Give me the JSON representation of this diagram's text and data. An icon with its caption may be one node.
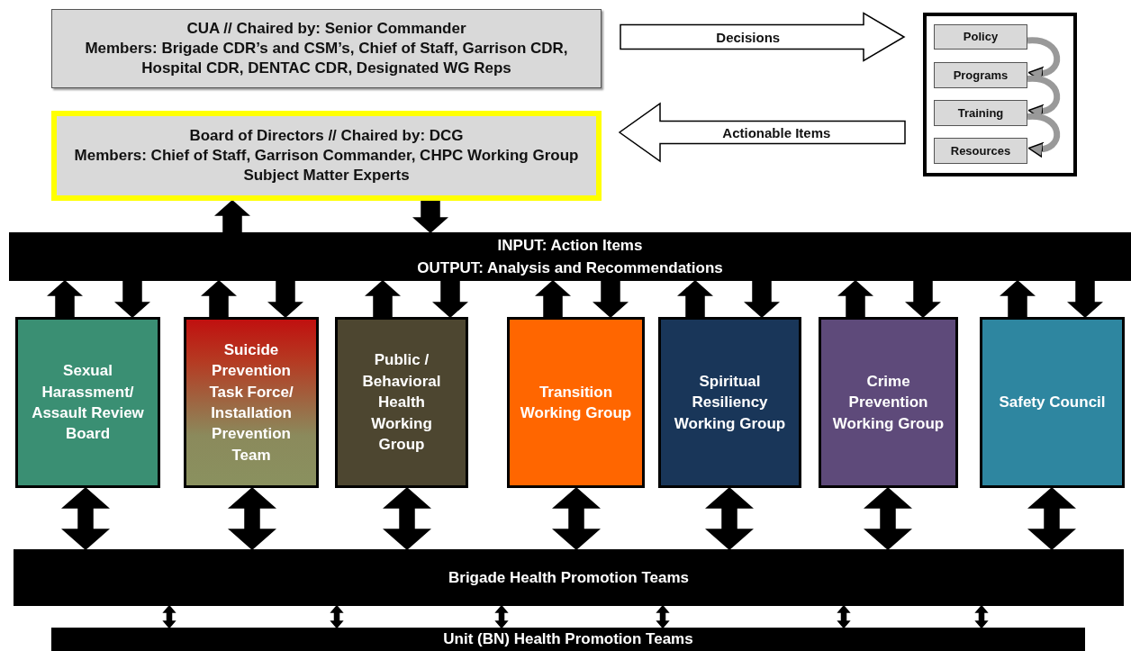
{
  "diagram": {
    "nodes": [
      {
        "text": [
          "CUA  // Chaired by:  Senior Commander",
          "Members: Brigade CDR’s and CSM’s, Chief of Staff, Garrison CDR, Hospital CDR,  DENTAC CDR, Designated WG Reps"
        ]
      },
      {
        "text": [
          "Board of Directors // Chaired by: DCG",
          "Members: Chief of Staff, Garrison Commander, CHPC Working Group Subject Matter Experts"
        ]
      },
      {
        "text": [],
        "shape": "box"
      },
      {
        "text": [
          "Policy"
        ],
        "in": 2
      },
      {
        "text": [
          "Programs"
        ],
        "in": 2
      },
      {
        "text": [
          "Training"
        ],
        "in": 2
      },
      {
        "text": [
          "Resources"
        ],
        "in": 2
      },
      {
        "text": [
          "INPUT:  Action Items",
          "OUTPUT:  Analysis and Recommendations"
        ]
      },
      {
        "text": [
          "Sexual Harassment/ Assault Review Board"
        ]
      },
      {
        "text": [
          "Suicide Prevention Task Force/ Installation Prevention Team"
        ]
      },
      {
        "text": [
          "Public / Behavioral Health Working Group"
        ]
      },
      {
        "text": [
          "Transition Working Group"
        ]
      },
      {
        "text": [
          "Spiritual Resiliency Working Group"
        ]
      },
      {
        "text": [
          "Crime Prevention Working Group"
        ]
      },
      {
        "text": [
          "Safety Council"
        ]
      },
      {
        "text": [
          "Brigade Health Promotion Teams"
        ]
      },
      {
        "text": [
          "Unit (BN) Health Promotion Teams"
        ]
      }
    ],
    "edges": [
      {
        "from": 0,
        "to": 2,
        "arrow": "to",
        "label": "Decisions",
        "color": "#ffffff"
      },
      {
        "from": 2,
        "to": 1,
        "arrow": "to",
        "label": "Actionable Items",
        "color": "#ffffff"
      },
      {
        "from": 3,
        "to": 4,
        "arrow": "to",
        "color": "#999999"
      },
      {
        "from": 4,
        "to": 5,
        "arrow": "to",
        "color": "#999999"
      },
      {
        "from": 5,
        "to": 6,
        "arrow": "to",
        "color": "#999999"
      },
      {
        "from": 7,
        "to": 1,
        "arrow": "to"
      },
      {
        "from": 1,
        "to": 7,
        "arrow": "to"
      },
      {
        "from": 8,
        "to": 7,
        "arrow": "to"
      },
      {
        "from": 7,
        "to": 8,
        "arrow": "to"
      },
      {
        "from": 9,
        "to": 7,
        "arrow": "to"
      },
      {
        "from": 7,
        "to": 9,
        "arrow": "to"
      },
      {
        "from": 10,
        "to": 7,
        "arrow": "to"
      },
      {
        "from": 7,
        "to": 10,
        "arrow": "to"
      },
      {
        "from": 11,
        "to": 7,
        "arrow": "to"
      },
      {
        "from": 7,
        "to": 11,
        "arrow": "to"
      },
      {
        "from": 12,
        "to": 7,
        "arrow": "to"
      },
      {
        "from": 7,
        "to": 12,
        "arrow": "to"
      },
      {
        "from": 13,
        "to": 7,
        "arrow": "to"
      },
      {
        "from": 7,
        "to": 13,
        "arrow": "to"
      },
      {
        "from": 14,
        "to": 7,
        "arrow": "to"
      },
      {
        "from": 7,
        "to": 14,
        "arrow": "to"
      },
      {
        "from": 8,
        "to": 15,
        "arrow": "both"
      },
      {
        "from": 9,
        "to": 15,
        "arrow": "both"
      },
      {
        "from": 10,
        "to": 15,
        "arrow": "both"
      },
      {
        "from": 11,
        "to": 15,
        "arrow": "both"
      },
      {
        "from": 12,
        "to": 15,
        "arrow": "both"
      },
      {
        "from": 13,
        "to": 15,
        "arrow": "both"
      },
      {
        "from": 14,
        "to": 15,
        "arrow": "both"
      },
      {
        "from": 15,
        "to": 16,
        "arrow": "both"
      },
      {
        "from": 15,
        "to": 16,
        "arrow": "both"
      },
      {
        "from": 15,
        "to": 16,
        "arrow": "both"
      },
      {
        "from": 15,
        "to": 16,
        "arrow": "both"
      },
      {
        "from": 15,
        "to": 16,
        "arrow": "both"
      },
      {
        "from": 15,
        "to": 16,
        "arrow": "both"
      }
    ]
  }
}
